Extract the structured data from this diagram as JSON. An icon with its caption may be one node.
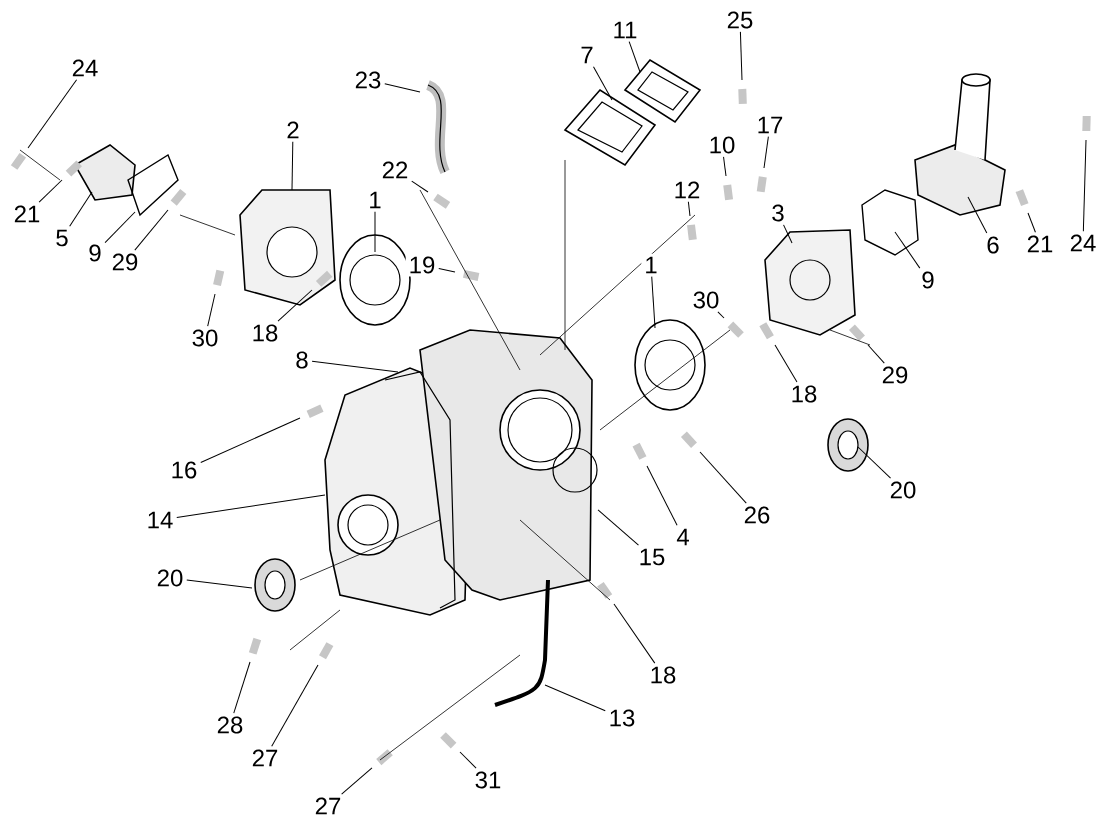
{
  "diagram": {
    "nodes": [
      {
        "text": [
          "24"
        ]
      },
      {
        "text": [
          "21"
        ]
      },
      {
        "text": [
          "5"
        ]
      },
      {
        "text": [
          "9"
        ]
      },
      {
        "text": [
          "29"
        ]
      },
      {
        "text": [
          "2"
        ]
      },
      {
        "text": [
          "30"
        ]
      },
      {
        "text": [
          "18"
        ]
      },
      {
        "text": [
          "23"
        ]
      },
      {
        "text": [
          "22"
        ]
      },
      {
        "text": [
          "1"
        ]
      },
      {
        "text": [
          "19"
        ]
      },
      {
        "text": [
          "7"
        ]
      },
      {
        "text": [
          "11"
        ]
      },
      {
        "text": [
          "25"
        ]
      },
      {
        "text": [
          "12"
        ]
      },
      {
        "text": [
          "10"
        ]
      },
      {
        "text": [
          "17"
        ]
      },
      {
        "text": [
          "3"
        ]
      },
      {
        "text": [
          "1"
        ]
      },
      {
        "text": [
          "30"
        ]
      },
      {
        "text": [
          "18"
        ]
      },
      {
        "text": [
          "29"
        ]
      },
      {
        "text": [
          "9"
        ]
      },
      {
        "text": [
          "6"
        ]
      },
      {
        "text": [
          "21"
        ]
      },
      {
        "text": [
          "24"
        ]
      },
      {
        "text": [
          "8"
        ]
      },
      {
        "text": [
          "16"
        ]
      },
      {
        "text": [
          "14"
        ]
      },
      {
        "text": [
          "20"
        ]
      },
      {
        "text": [
          "20"
        ]
      },
      {
        "text": [
          "26"
        ]
      },
      {
        "text": [
          "4"
        ]
      },
      {
        "text": [
          "15"
        ]
      },
      {
        "text": [
          "18"
        ]
      },
      {
        "text": [
          "13"
        ]
      },
      {
        "text": [
          "31"
        ]
      },
      {
        "text": [
          "28"
        ]
      },
      {
        "text": [
          "27"
        ]
      },
      {
        "text": [
          "27"
        ]
      }
    ],
    "edges": [
      {
        "from": 0,
        "to": null,
        "arrow": "none"
      },
      {
        "from": 1,
        "to": null,
        "arrow": "none"
      },
      {
        "from": 2,
        "to": null,
        "arrow": "none"
      },
      {
        "from": 3,
        "to": null,
        "arrow": "none"
      },
      {
        "from": 4,
        "to": null,
        "arrow": "none"
      },
      {
        "from": 5,
        "to": null,
        "arrow": "none"
      },
      {
        "from": 6,
        "to": null,
        "arrow": "none"
      },
      {
        "from": 7,
        "to": null,
        "arrow": "none"
      },
      {
        "from": 8,
        "to": null,
        "arrow": "none"
      },
      {
        "from": 9,
        "to": null,
        "arrow": "none"
      },
      {
        "from": 10,
        "to": null,
        "arrow": "none"
      },
      {
        "from": 11,
        "to": null,
        "arrow": "none"
      },
      {
        "from": 12,
        "to": null,
        "arrow": "none"
      },
      {
        "from": 13,
        "to": null,
        "arrow": "none"
      },
      {
        "from": 14,
        "to": null,
        "arrow": "none"
      },
      {
        "from": 15,
        "to": null,
        "arrow": "none"
      },
      {
        "from": 16,
        "to": null,
        "arrow": "none"
      },
      {
        "from": 17,
        "to": null,
        "arrow": "none"
      },
      {
        "from": 18,
        "to": null,
        "arrow": "none"
      },
      {
        "from": 19,
        "to": null,
        "arrow": "none"
      },
      {
        "from": 20,
        "to": null,
        "arrow": "none"
      },
      {
        "from": 21,
        "to": null,
        "arrow": "none"
      },
      {
        "from": 22,
        "to": null,
        "arrow": "none"
      },
      {
        "from": 23,
        "to": null,
        "arrow": "none"
      },
      {
        "from": 24,
        "to": null,
        "arrow": "none"
      },
      {
        "from": 25,
        "to": null,
        "arrow": "none"
      },
      {
        "from": 26,
        "to": null,
        "arrow": "none"
      },
      {
        "from": 27,
        "to": null,
        "arrow": "none"
      },
      {
        "from": 28,
        "to": null,
        "arrow": "none"
      },
      {
        "from": 29,
        "to": null,
        "arrow": "none"
      },
      {
        "from": 30,
        "to": null,
        "arrow": "none"
      },
      {
        "from": 31,
        "to": null,
        "arrow": "none"
      },
      {
        "from": 32,
        "to": null,
        "arrow": "none"
      },
      {
        "from": 33,
        "to": null,
        "arrow": "none"
      },
      {
        "from": 34,
        "to": null,
        "arrow": "none"
      },
      {
        "from": 35,
        "to": null,
        "arrow": "none"
      },
      {
        "from": 36,
        "to": null,
        "arrow": "none"
      },
      {
        "from": 37,
        "to": null,
        "arrow": "none"
      },
      {
        "from": 38,
        "to": null,
        "arrow": "none"
      },
      {
        "from": 39,
        "to": null,
        "arrow": "none"
      },
      {
        "from": 40,
        "to": null,
        "arrow": "none"
      }
    ]
  }
}
